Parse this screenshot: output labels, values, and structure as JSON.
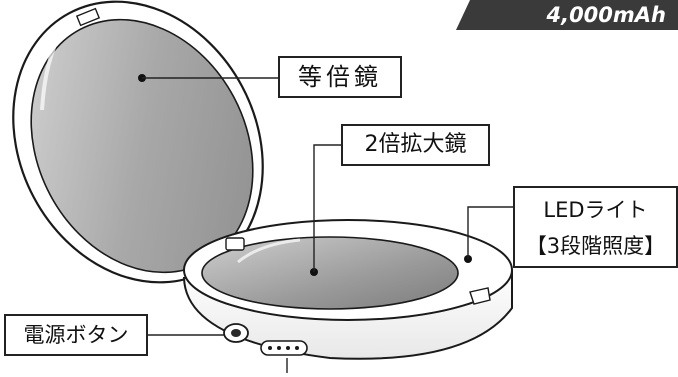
{
  "capacity_badge": "4,000mAh",
  "callouts": {
    "mirror_1x": "等倍鏡",
    "mirror_2x": "2倍拡大鏡",
    "led_light_line1": "LEDライト",
    "led_light_line2": "【3段階照度】",
    "power_button": "電源ボタン"
  },
  "colors": {
    "badge_bg": "#3a3a3a",
    "badge_text": "#ffffff",
    "outline": "#222222"
  }
}
